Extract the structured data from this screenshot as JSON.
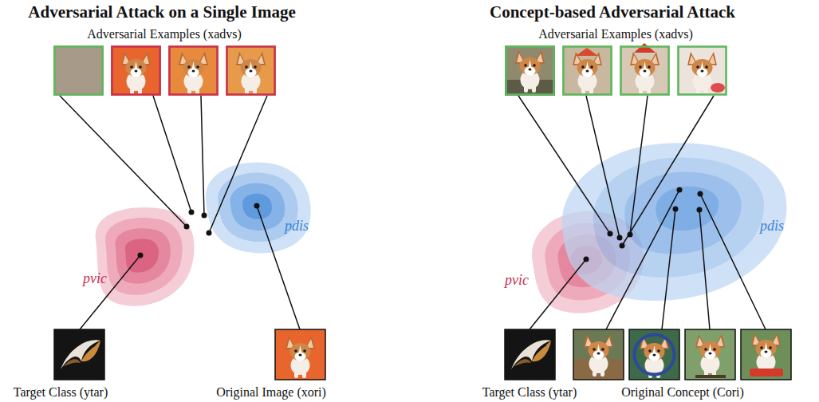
{
  "diagram": {
    "labels": [
      "Adversarial Attack on a Single Image",
      "Concept-based Adversarial Attack",
      "Adversarial Examples (xadvs)",
      "pvic",
      "pdis",
      "Target Class (ytar)",
      "Original Image (xori)",
      "Adversarial Examples (xadvs)",
      "pvic",
      "pdis",
      "Target Class (ytar)",
      "Original Concept (Cori)"
    ]
  }
}
